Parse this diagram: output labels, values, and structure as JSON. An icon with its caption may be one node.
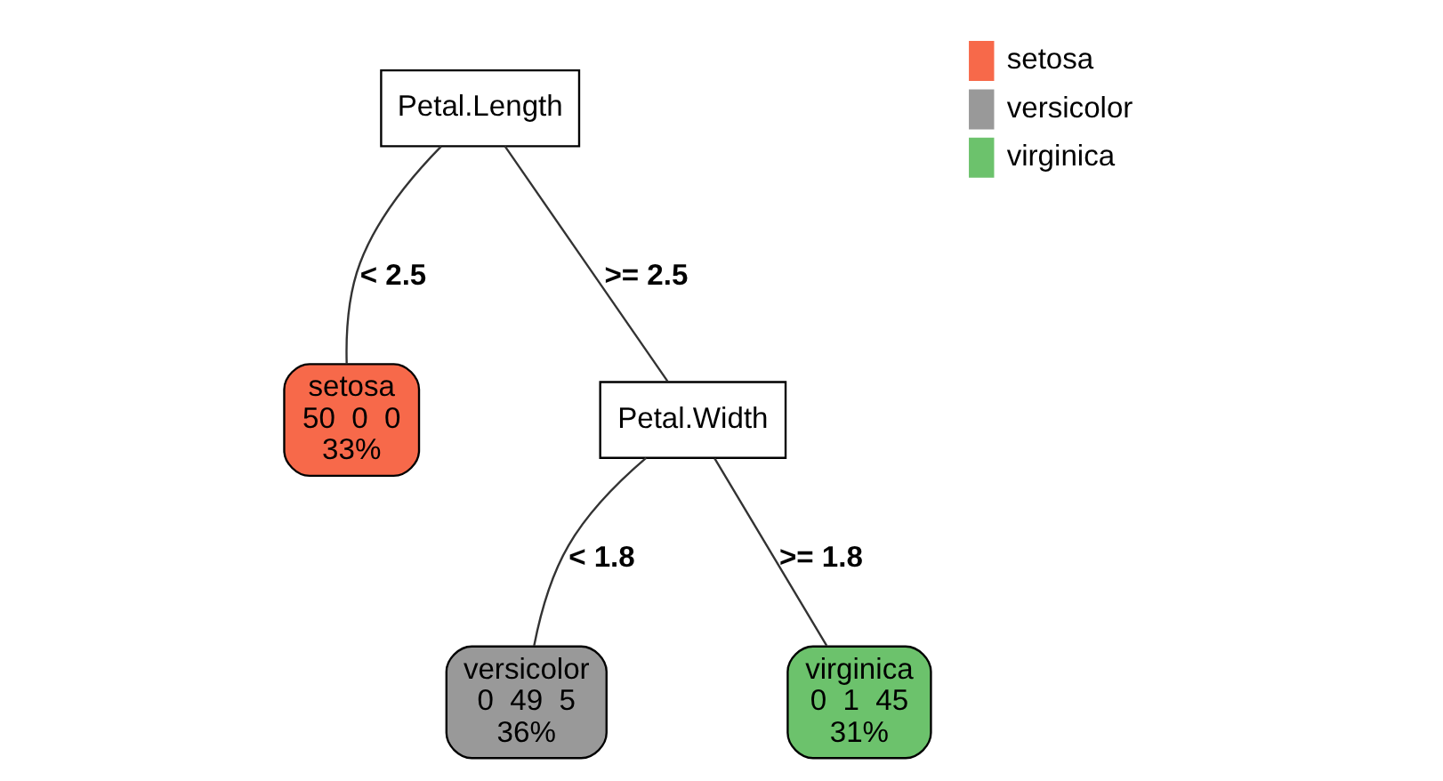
{
  "diagram": {
    "nodes": [
      {
        "text": [
          "Petal.Length"
        ]
      },
      {
        "text": [
          "setosa",
          "50  0  0",
          "33%"
        ]
      },
      {
        "text": [
          "Petal.Width"
        ]
      },
      {
        "text": [
          "versicolor",
          "0  49  5",
          "36%"
        ]
      },
      {
        "text": [
          "virginica",
          "0  1  45",
          "31%"
        ]
      }
    ],
    "edges": [
      {
        "from": 0,
        "to": 1,
        "arrow": "none",
        "label": "< 2.5"
      },
      {
        "from": 0,
        "to": 2,
        "arrow": "none",
        "label": ">= 2.5"
      },
      {
        "from": 2,
        "to": 3,
        "arrow": "none",
        "label": "< 1.8"
      },
      {
        "from": 2,
        "to": 4,
        "arrow": "none",
        "label": ">= 1.8"
      }
    ],
    "legend": [
      {
        "text": "setosa",
        "color": "#f7694a"
      },
      {
        "text": "versicolor",
        "color": "#999999"
      },
      {
        "text": "virginica",
        "color": "#6cc26c"
      }
    ]
  }
}
